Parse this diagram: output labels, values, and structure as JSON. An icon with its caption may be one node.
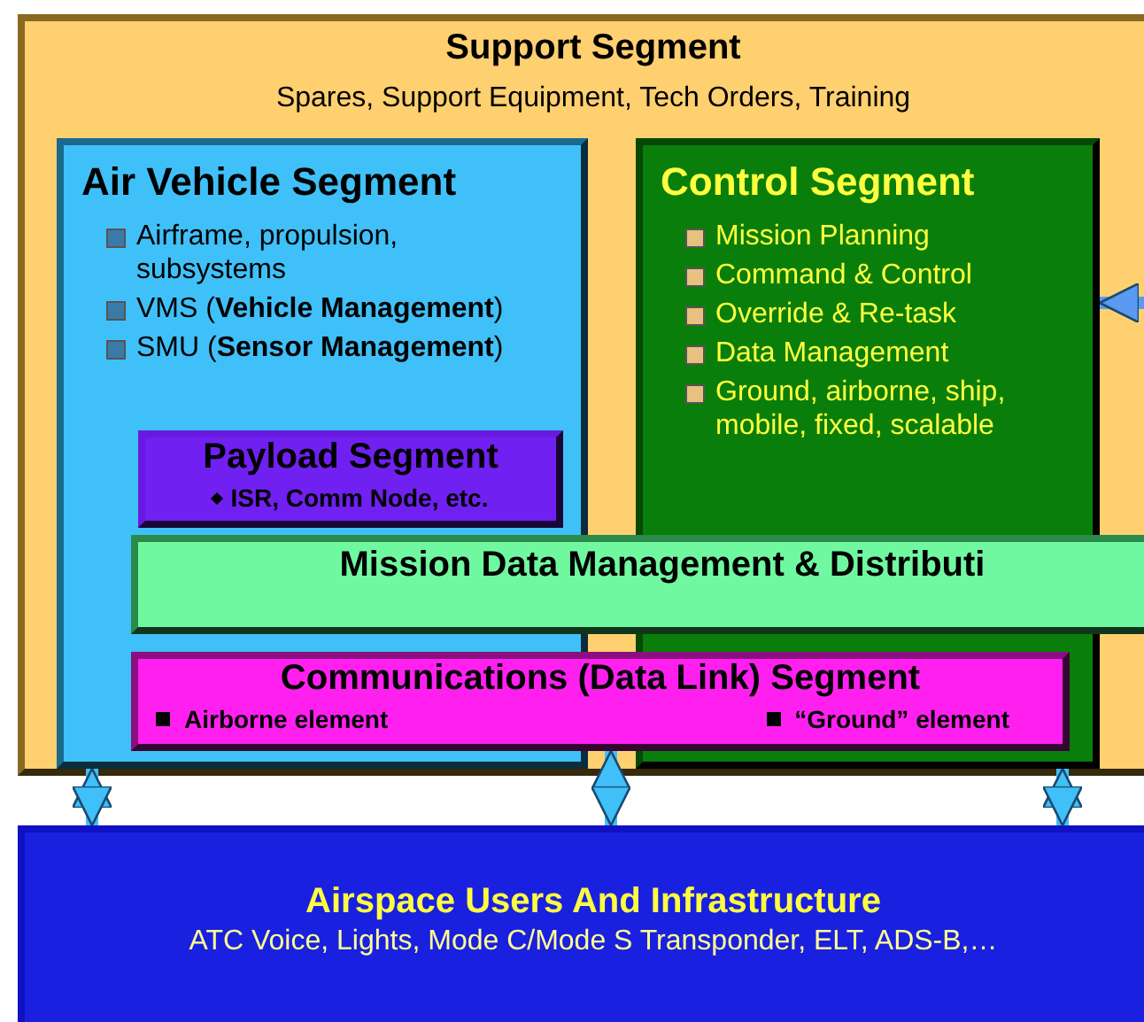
{
  "diagram": {
    "nodes": [
      {
        "text": [
          "Support Segment",
          "Spares, Support Equipment, Tech Orders, Training"
        ]
      },
      {
        "text": [
          "Air Vehicle Segment",
          "Airframe, propulsion, subsystems",
          "VMS (**Vehicle Management**)",
          "SMU (**Sensor Management**)"
        ],
        "in": 0
      },
      {
        "text": [
          "Payload Segment",
          "ISR, Comm Node, etc."
        ],
        "in": 1
      },
      {
        "text": [
          "Control Segment",
          "Mission Planning",
          "Command & Control",
          "Override & Re-task",
          "Data Management",
          "Ground, airborne, ship, mobile, fixed, scalable"
        ],
        "in": 0
      },
      {
        "text": [
          "Mission Data Management & Distributi"
        ],
        "in": 0
      },
      {
        "text": [
          "Communications (Data Link) Segment",
          "Airborne element",
          "“Ground” element"
        ],
        "in": 0
      },
      {
        "text": [
          "Airspace Users And Infrastructure",
          "ATC Voice, Lights, Mode C/Mode S Transponder, ELT, ADS-B,…"
        ]
      }
    ],
    "edges": [
      {
        "from": 1,
        "to": 6,
        "arrow": "both"
      },
      {
        "from": 5,
        "to": 6,
        "arrow": "both"
      },
      {
        "from": 3,
        "to": 6,
        "arrow": "both"
      },
      {
        "from": null,
        "to": 3,
        "arrow": "to"
      }
    ]
  }
}
